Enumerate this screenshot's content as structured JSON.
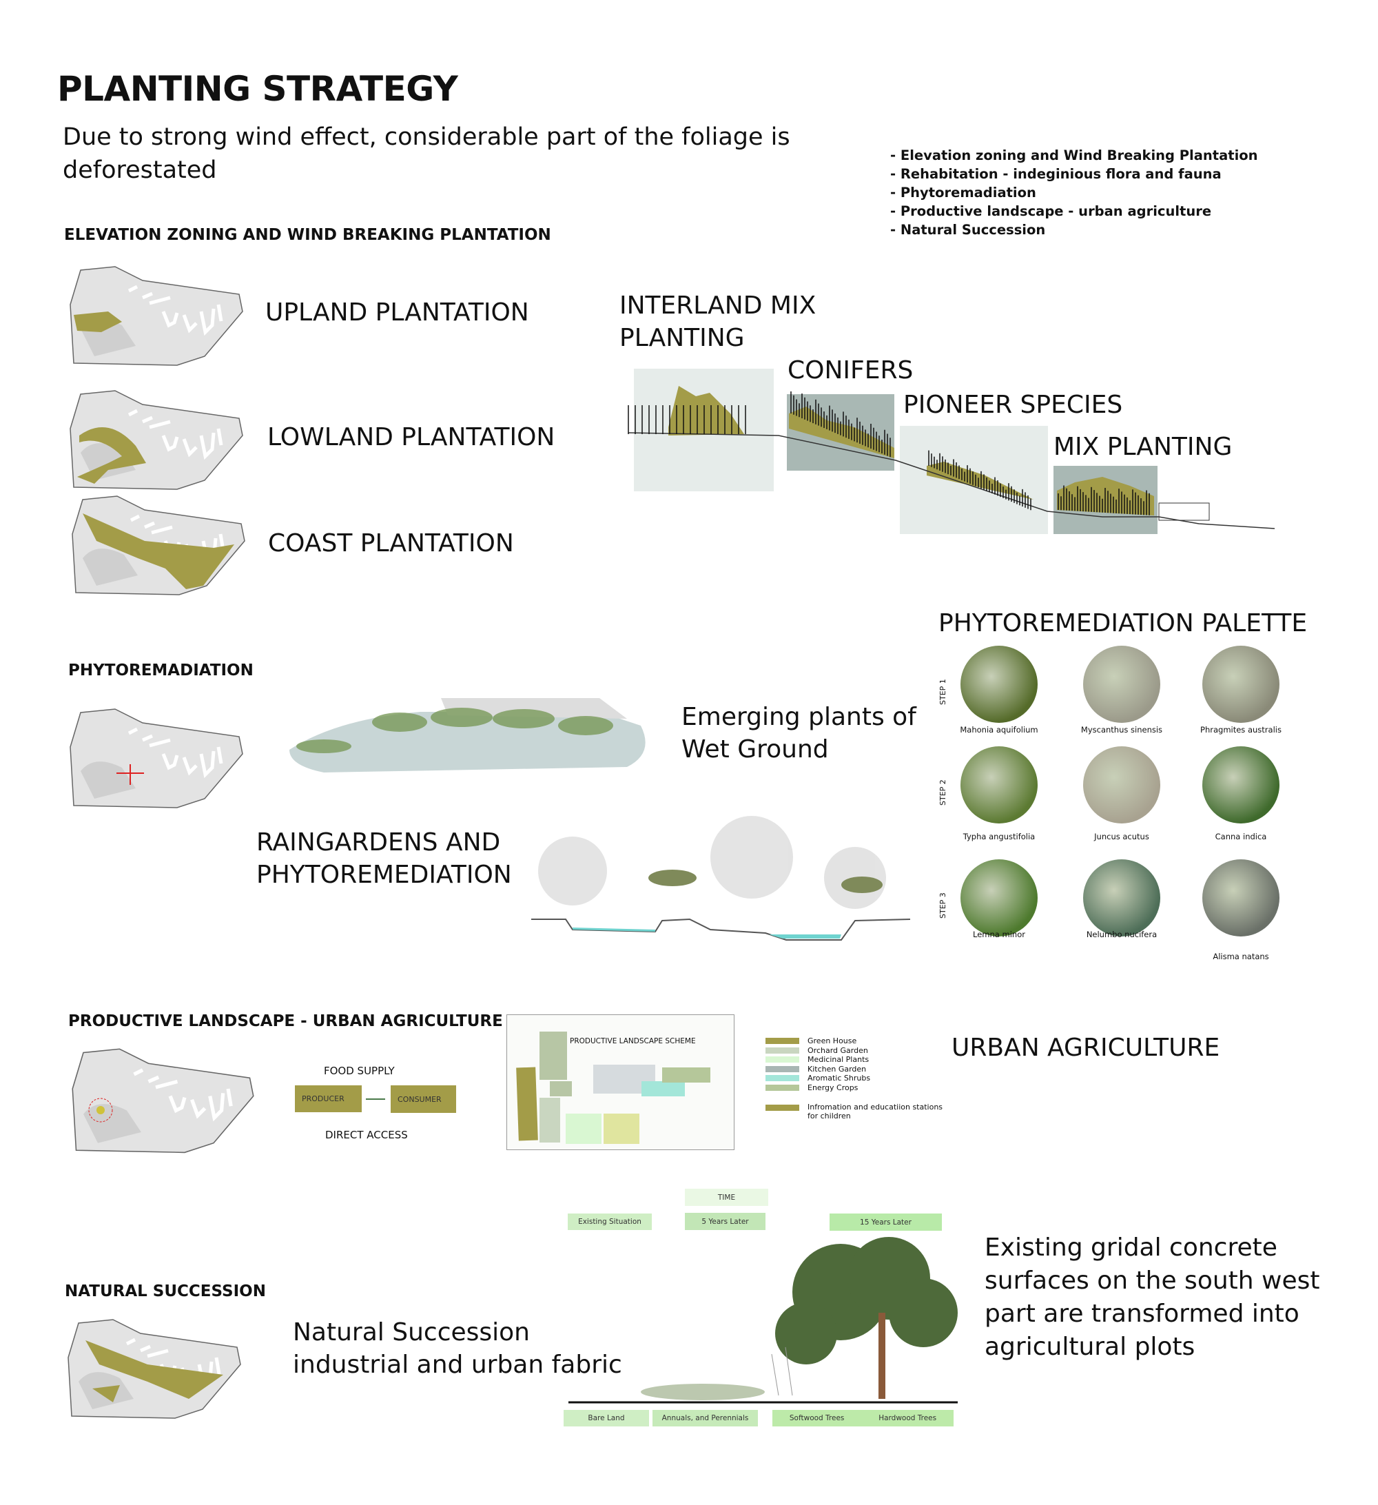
{
  "title": "PLANTING STRATEGY",
  "subtitle": [
    "Due to strong wind effect, considerable part of the foliage is",
    "deforestated"
  ],
  "bullets": [
    "- Elevation zoning and Wind Breaking Plantation",
    "- Rehabitation - indeginious flora and fauna",
    "- Phytoremadiation",
    "- Productive landscape - urban agriculture",
    "- Natural Succession"
  ],
  "elevation": {
    "heading": "ELEVATION ZONING AND WIND BREAKING PLANTATION",
    "zones": [
      "UPLAND PLANTATION",
      "LOWLAND PLANTATION",
      "COAST PLANTATION"
    ],
    "section_labels": {
      "interland": [
        "INTERLAND MIX",
        "PLANTING"
      ],
      "conifers": "CONIFERS",
      "pioneer": "PIONEER SPECIES",
      "mix": "MIX PLANTING"
    }
  },
  "phyto": {
    "heading": "PHYTOREMADIATION",
    "emerging": [
      "Emerging plants of",
      "Wet Ground"
    ],
    "raingardens": [
      "RAINGARDENS AND",
      "PHYTOREMEDIATION"
    ]
  },
  "palette": {
    "title": "PHYTOREMEDIATION PALETTE",
    "steps": [
      {
        "label": "STEP 1",
        "plants": [
          "Mahonia aquifolium",
          "Myscanthus sinensis",
          "Phragmites australis"
        ]
      },
      {
        "label": "STEP 2",
        "plants": [
          "Typha angustifolia",
          "Juncus acutus",
          "Canna indica"
        ]
      },
      {
        "label": "STEP 3",
        "plants": [
          "Lemna minor",
          "Nelumbo nucifera",
          "Alisma natans"
        ]
      }
    ]
  },
  "productive": {
    "heading": "PRODUCTIVE LANDSCAPE - URBAN AGRICULTURE",
    "food_supply": "FOOD SUPPLY",
    "producer": "PRODUCER",
    "consumer": "CONSUMER",
    "direct_access": "DIRECT ACCESS",
    "scheme_title": "PRODUCTIVE LANDSCAPE SCHEME",
    "legend": [
      {
        "label": "Green House",
        "color": "#a39c48"
      },
      {
        "label": "Orchard Garden",
        "color": "#c9d6c0"
      },
      {
        "label": "Medicinal Plants",
        "color": "#d9f7d2"
      },
      {
        "label": "Kitchen Garden",
        "color": "#a8b6b3"
      },
      {
        "label": "Aromatic Shrubs",
        "color": "#a3e6d9"
      },
      {
        "label": "Energy Crops",
        "color": "#b5c79a"
      }
    ],
    "legend_extra": [
      "Infromation and educatiion stations",
      "for children"
    ],
    "urban": "URBAN AGRICULTURE"
  },
  "succession": {
    "heading": "NATURAL SUCCESSION",
    "text": [
      "Natural Succession",
      "industrial and urban fabric"
    ],
    "time": "TIME",
    "stages": [
      "Existing Situation",
      "5 Years Later",
      "15 Years Later"
    ],
    "ground": [
      "Bare Land",
      "Annuals, and Perennials",
      "Softwood Trees",
      "Hardwood Trees"
    ],
    "desc": [
      "Existing gridal concrete",
      "surfaces on the south west",
      "part are transformed into",
      "agricultural plots"
    ]
  }
}
